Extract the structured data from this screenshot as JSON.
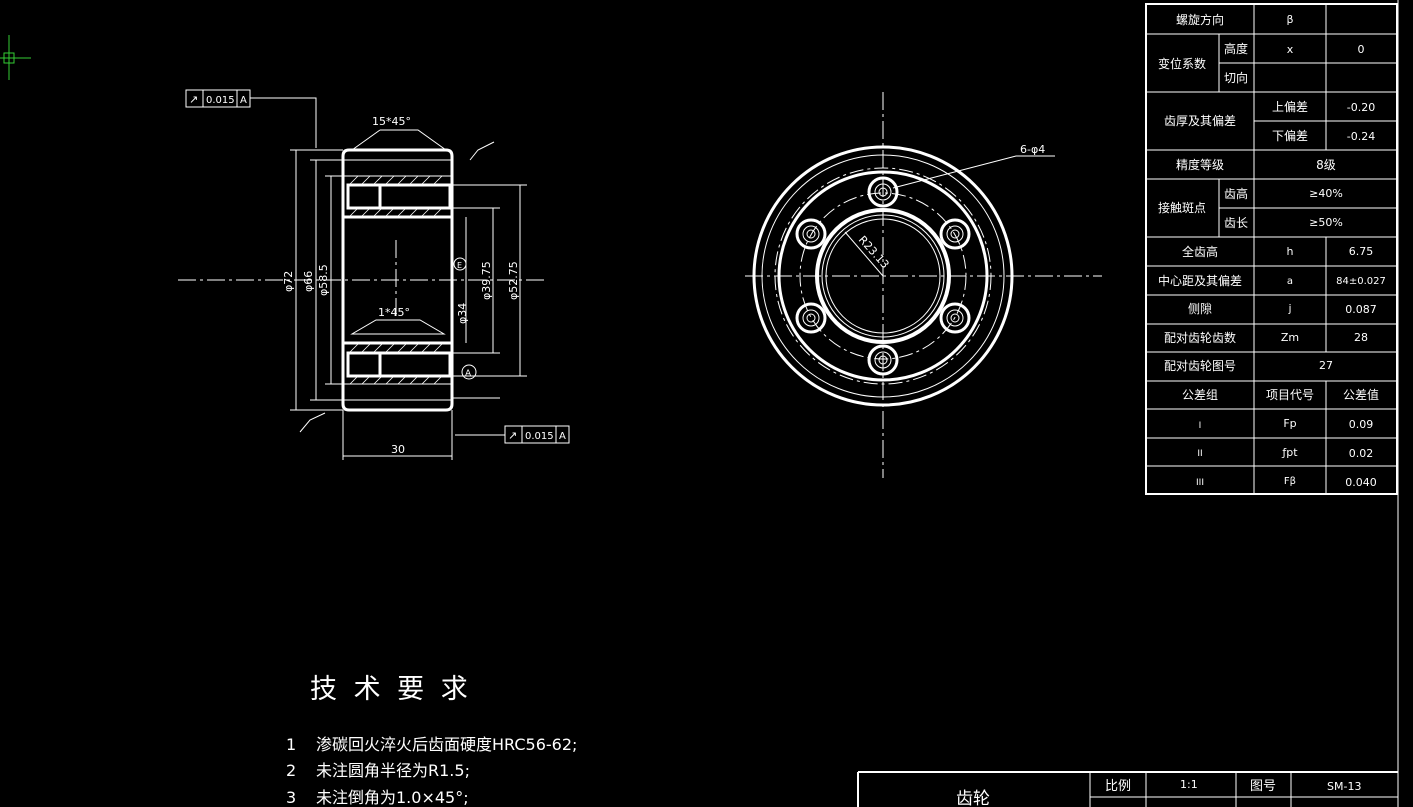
{
  "colors": {
    "background": "#000000",
    "line": "#ffffff",
    "cursor": "#33cc33"
  },
  "front_view": {
    "tolerance_top": {
      "symbol": "↗",
      "value": "0.015",
      "datum": "A"
    },
    "tolerance_bottom": {
      "symbol": "↗",
      "value": "0.015",
      "datum": "A"
    },
    "chamfer_top": "15*45°",
    "chamfer_inner": "1*45°",
    "dia_outer": "φ72",
    "dia_66": "φ66",
    "dia_585": "φ58.5",
    "dia_34": "φ34",
    "dia_3975": "φ39.75",
    "dia_5275": "φ52.75",
    "width": "30",
    "datum_label": "A",
    "marker_e": "E"
  },
  "side_view": {
    "holes_label": "6-φ4",
    "radius_label": "R23.13"
  },
  "param_table": [
    {
      "c1": "螺旋方向",
      "c2": "",
      "c3": "β",
      "c4": ""
    },
    {
      "c1": "变位系数",
      "c2": "高度",
      "c3": "x",
      "c4": "0"
    },
    {
      "c1": "",
      "c2": "切向",
      "c3": "",
      "c4": ""
    },
    {
      "c1": "齿厚及其偏差",
      "c2": "",
      "c3": "上偏差",
      "c4": "-0.20"
    },
    {
      "c1": "",
      "c2": "",
      "c3": "下偏差",
      "c4": "-0.24"
    },
    {
      "c1": "精度等级",
      "c2": "",
      "c3": "8级",
      "c4": ""
    },
    {
      "c1": "接触斑点",
      "c2": "齿高",
      "c3": "≥40%",
      "c4": ""
    },
    {
      "c1": "",
      "c2": "齿长",
      "c3": "≥50%",
      "c4": ""
    },
    {
      "c1": "全齿高",
      "c2": "",
      "c3": "h",
      "c4": "6.75"
    },
    {
      "c1": "中心距及其偏差",
      "c2": "",
      "c3": "a",
      "c4": "84±0.027"
    },
    {
      "c1": "侧隙",
      "c2": "",
      "c3": "j",
      "c4": "0.087"
    },
    {
      "c1": "配对齿轮齿数",
      "c2": "",
      "c3": "Zm",
      "c4": "28"
    },
    {
      "c1": "配对齿轮图号",
      "c2": "",
      "c3": "27",
      "c4": ""
    },
    {
      "c1": "公差组",
      "c2": "",
      "c3": "项目代号",
      "c4": "公差值"
    },
    {
      "c1": "I",
      "c2": "",
      "c3": "Fp",
      "c4": "0.09"
    },
    {
      "c1": "II",
      "c2": "",
      "c3": "ƒpt",
      "c4": "0.02"
    },
    {
      "c1": "III",
      "c2": "",
      "c3": "Fβ",
      "c4": "0.040"
    }
  ],
  "tech_requirements": {
    "title": "技 术 要 求",
    "items": [
      {
        "num": "1",
        "text": "渗碳回火淬火后齿面硬度HRC56-62;"
      },
      {
        "num": "2",
        "text": "未注圆角半径为R1.5;"
      },
      {
        "num": "3",
        "text": "未注倒角为1.0×45°;"
      }
    ]
  },
  "title_block": {
    "part_name": "齿轮",
    "scale_label": "比例",
    "scale_value": "1:1",
    "drawing_no_label": "图号",
    "drawing_no_value": "SM-13"
  }
}
